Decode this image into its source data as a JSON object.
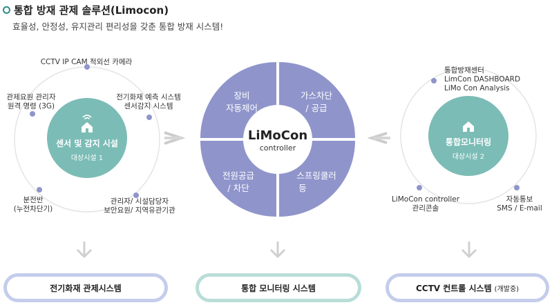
{
  "header": {
    "title": "통합 방재 관제 솔루션(Limocon)",
    "subtitle": "효율성, 안정성, 유지관리 편리성을 갖춘 통합 방재 시스템!"
  },
  "left": {
    "node_title": "센서 및 감지 시설",
    "node_sub": "대상시설 1",
    "labels": {
      "top": "CCTV IP CAM 적외선 카메라",
      "upper_left_1": "관제요원 관리자",
      "upper_left_2": "원격 명령 (3G)",
      "upper_right_1": "전기화재 예측 시스템",
      "upper_right_2": "센서감지 시스템",
      "lower_left_1": "분전반",
      "lower_left_2": "(누전차단기)",
      "lower_right_1": "관리자/ 시설담당자",
      "lower_right_2": "보안요원/ 지역유관기관"
    }
  },
  "center": {
    "brand": "LiMoCon",
    "brand_sub": "controller",
    "q_top_left_1": "장비",
    "q_top_left_2": "자동제어",
    "q_top_right_1": "가스차단",
    "q_top_right_2": "/ 공급",
    "q_bottom_left_1": "전원공급",
    "q_bottom_left_2": "/ 차단",
    "q_bottom_right_1": "스프링쿨러",
    "q_bottom_right_2": "등"
  },
  "right": {
    "node_title": "통합모니터링",
    "node_sub": "대상시설 2",
    "labels": {
      "top_1": "통합방재센터",
      "top_2": "LimCon DASHBOARD",
      "top_3": "LiMo Con Analysis",
      "lower_left_1": "LiMoCon controller",
      "lower_left_2": "관리콘솔",
      "lower_right_1": "자동통보",
      "lower_right_2": "SMS / E-mail"
    }
  },
  "bottom": {
    "left_label": "전기화재 관제시스템",
    "center_label": "통합 모니터링 시스템",
    "right_label": "CCTV 컨트롤 시스템",
    "right_note": "(개발중)"
  },
  "colors": {
    "teal": "#7bbcb6",
    "purple": "#8f95cb",
    "pill_left": "#c4cdeb",
    "pill_center": "#b9ddd8",
    "pill_right": "#c4cdeb",
    "accent": "#2e8b87"
  }
}
